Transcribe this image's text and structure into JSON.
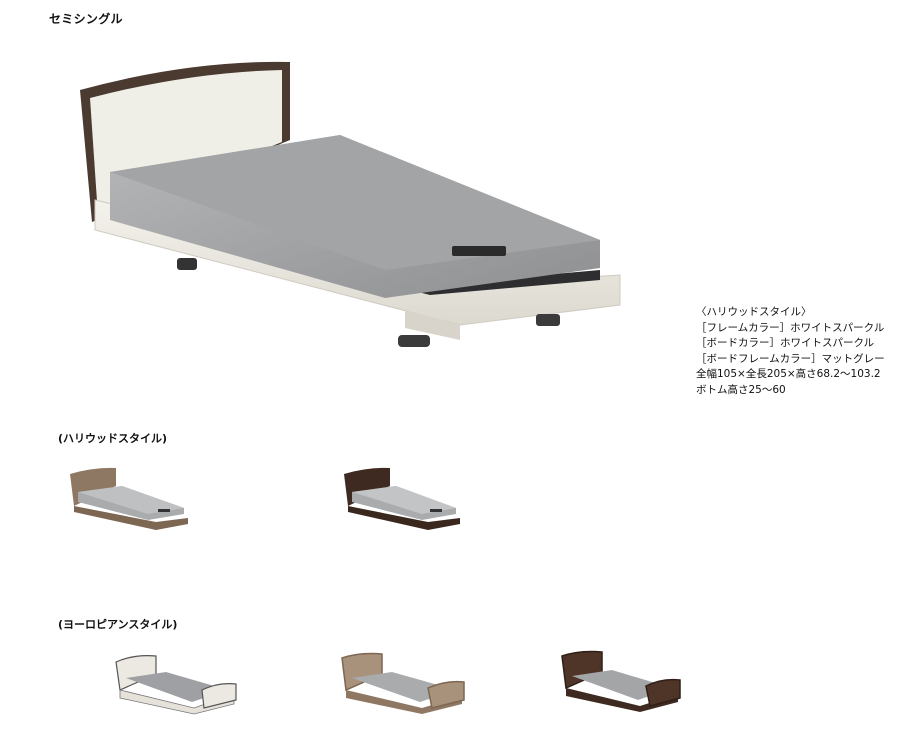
{
  "page_title": "セミシングル",
  "main_image": {
    "icon": "bed-hollywood-whitesparkle-image"
  },
  "specs": {
    "lines": [
      "〈ハリウッドスタイル〉",
      "［フレームカラー］ホワイトスパークル",
      "［ボードカラー］ホワイトスパークル",
      "［ボードフレームカラー］マットグレー",
      "全幅105×全長205×高さ68.2〜103.2",
      "ボトム高さ25〜60"
    ]
  },
  "sections": {
    "hollywood": {
      "title": "(ハリウッドスタイル)",
      "items": [
        {
          "icon": "bed-hollywood-lightwood-image",
          "frame_color": "#8f7863",
          "board_color": "#a8927c"
        },
        {
          "icon": "bed-hollywood-darkwood-image",
          "frame_color": "#3e2a20",
          "board_color": "#5a3f30"
        }
      ]
    },
    "european": {
      "title": "(ヨーロピアンスタイル)",
      "items": [
        {
          "icon": "bed-european-white-image",
          "frame_color": "#e8e4dc",
          "board_color": "#f0ece4"
        },
        {
          "icon": "bed-european-lightwood-image",
          "frame_color": "#8f7863",
          "board_color": "#a8927c"
        },
        {
          "icon": "bed-european-darkwood-image",
          "frame_color": "#3e2a20",
          "board_color": "#4f3527"
        }
      ]
    }
  }
}
